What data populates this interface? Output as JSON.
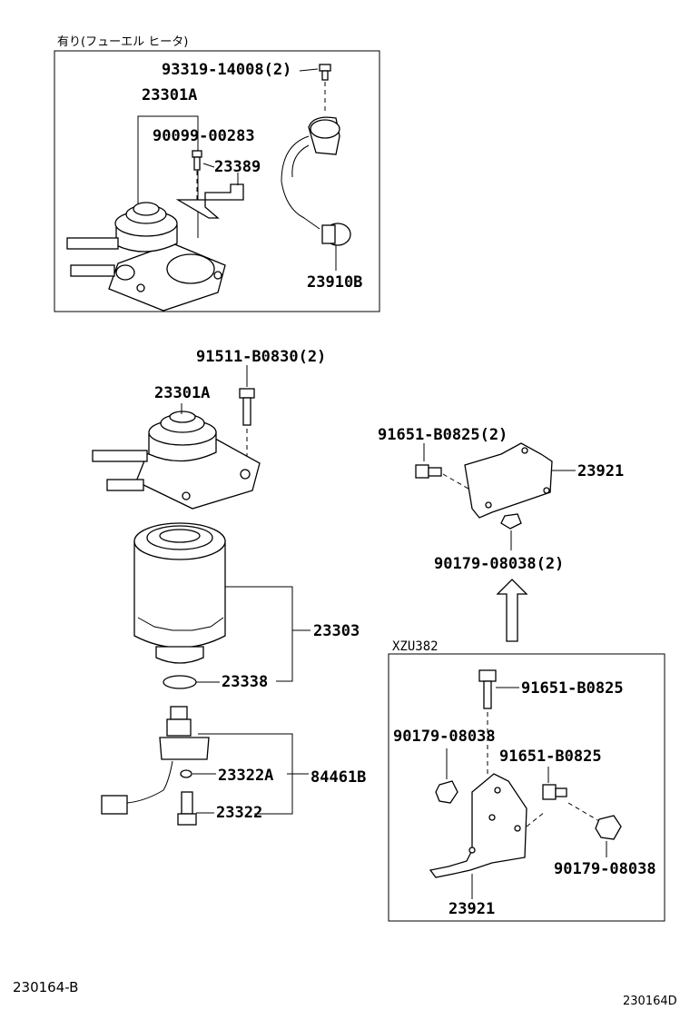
{
  "inset_top": {
    "caption": "有り(フューエル ヒータ)",
    "labels": {
      "bolt": "93319-14008(2)",
      "filter_head": "23301A",
      "screw": "90099-00283",
      "bracket": "23389",
      "sensor": "23910B"
    }
  },
  "main": {
    "labels": {
      "bolt": "91511-B0830(2)",
      "filter_head": "23301A",
      "element": "23303",
      "gasket": "23338",
      "oring": "23322A",
      "switch_kit": "84461B",
      "switch": "23322"
    }
  },
  "bracket_group": {
    "labels": {
      "bolt": "91651-B0825(2)",
      "bracket": "23921",
      "nut": "90179-08038(2)"
    }
  },
  "inset_bottom": {
    "caption": "XZU382",
    "labels": {
      "bolt_top": "91651-B0825",
      "nut_left": "90179-08038",
      "bolt_right": "91651-B0825",
      "nut_right": "90179-08038",
      "bracket": "23921"
    }
  },
  "footer": {
    "left_code": "230164-B",
    "right_code": "230164D"
  }
}
